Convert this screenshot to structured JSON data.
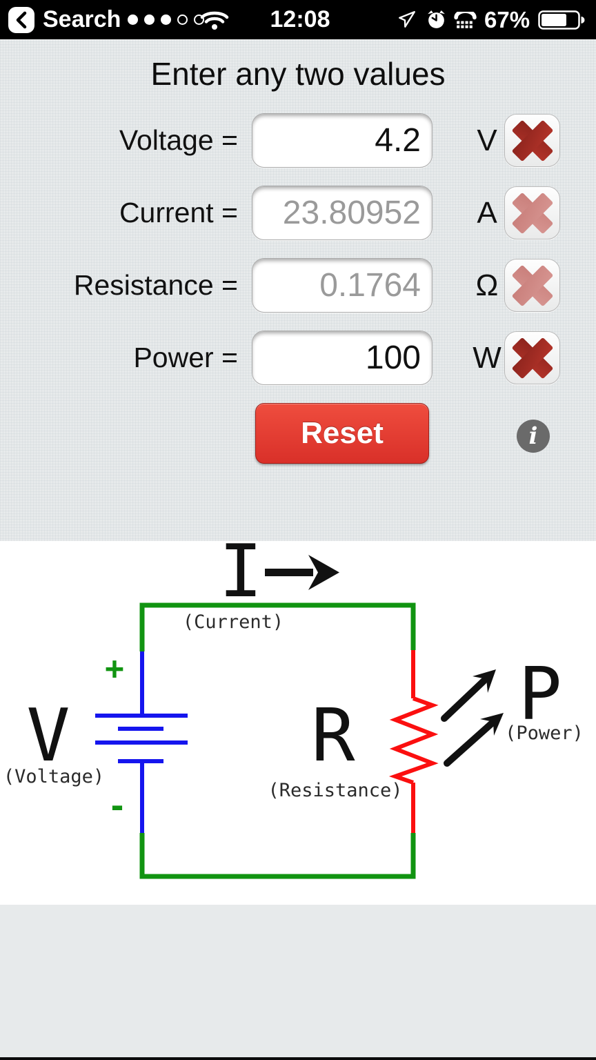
{
  "status_bar": {
    "back_label": "Search",
    "time": "12:08",
    "battery_percent": "67%",
    "signal_dots_filled": 3,
    "signal_dots_total": 5
  },
  "calculator": {
    "heading": "Enter any two values",
    "rows": [
      {
        "label": "Voltage =",
        "value": "4.2",
        "unit": "V",
        "entered": true
      },
      {
        "label": "Current =",
        "value": "23.80952",
        "unit": "A",
        "entered": false
      },
      {
        "label": "Resistance =",
        "value": "0.1764",
        "unit": "Ω",
        "entered": false
      },
      {
        "label": "Power =",
        "value": "100",
        "unit": "W",
        "entered": true
      }
    ],
    "reset_label": "Reset",
    "info_label": "i"
  },
  "diagram": {
    "current_symbol": "I",
    "current_label": "(Current)",
    "voltage_symbol": "V",
    "voltage_label": "(Voltage)",
    "resistance_symbol": "R",
    "resistance_label": "(Resistance)",
    "power_symbol": "P",
    "power_label": "(Power)",
    "plus_sign": "+",
    "minus_sign": "-",
    "colors": {
      "wire_green": "#119411",
      "battery_blue": "#1515ee",
      "resistor_red": "#fb0f0f",
      "reset_red": "#e03c32",
      "clear_x_dark_red": "#9a2b22",
      "clear_x_faded": "#cf8884"
    }
  }
}
